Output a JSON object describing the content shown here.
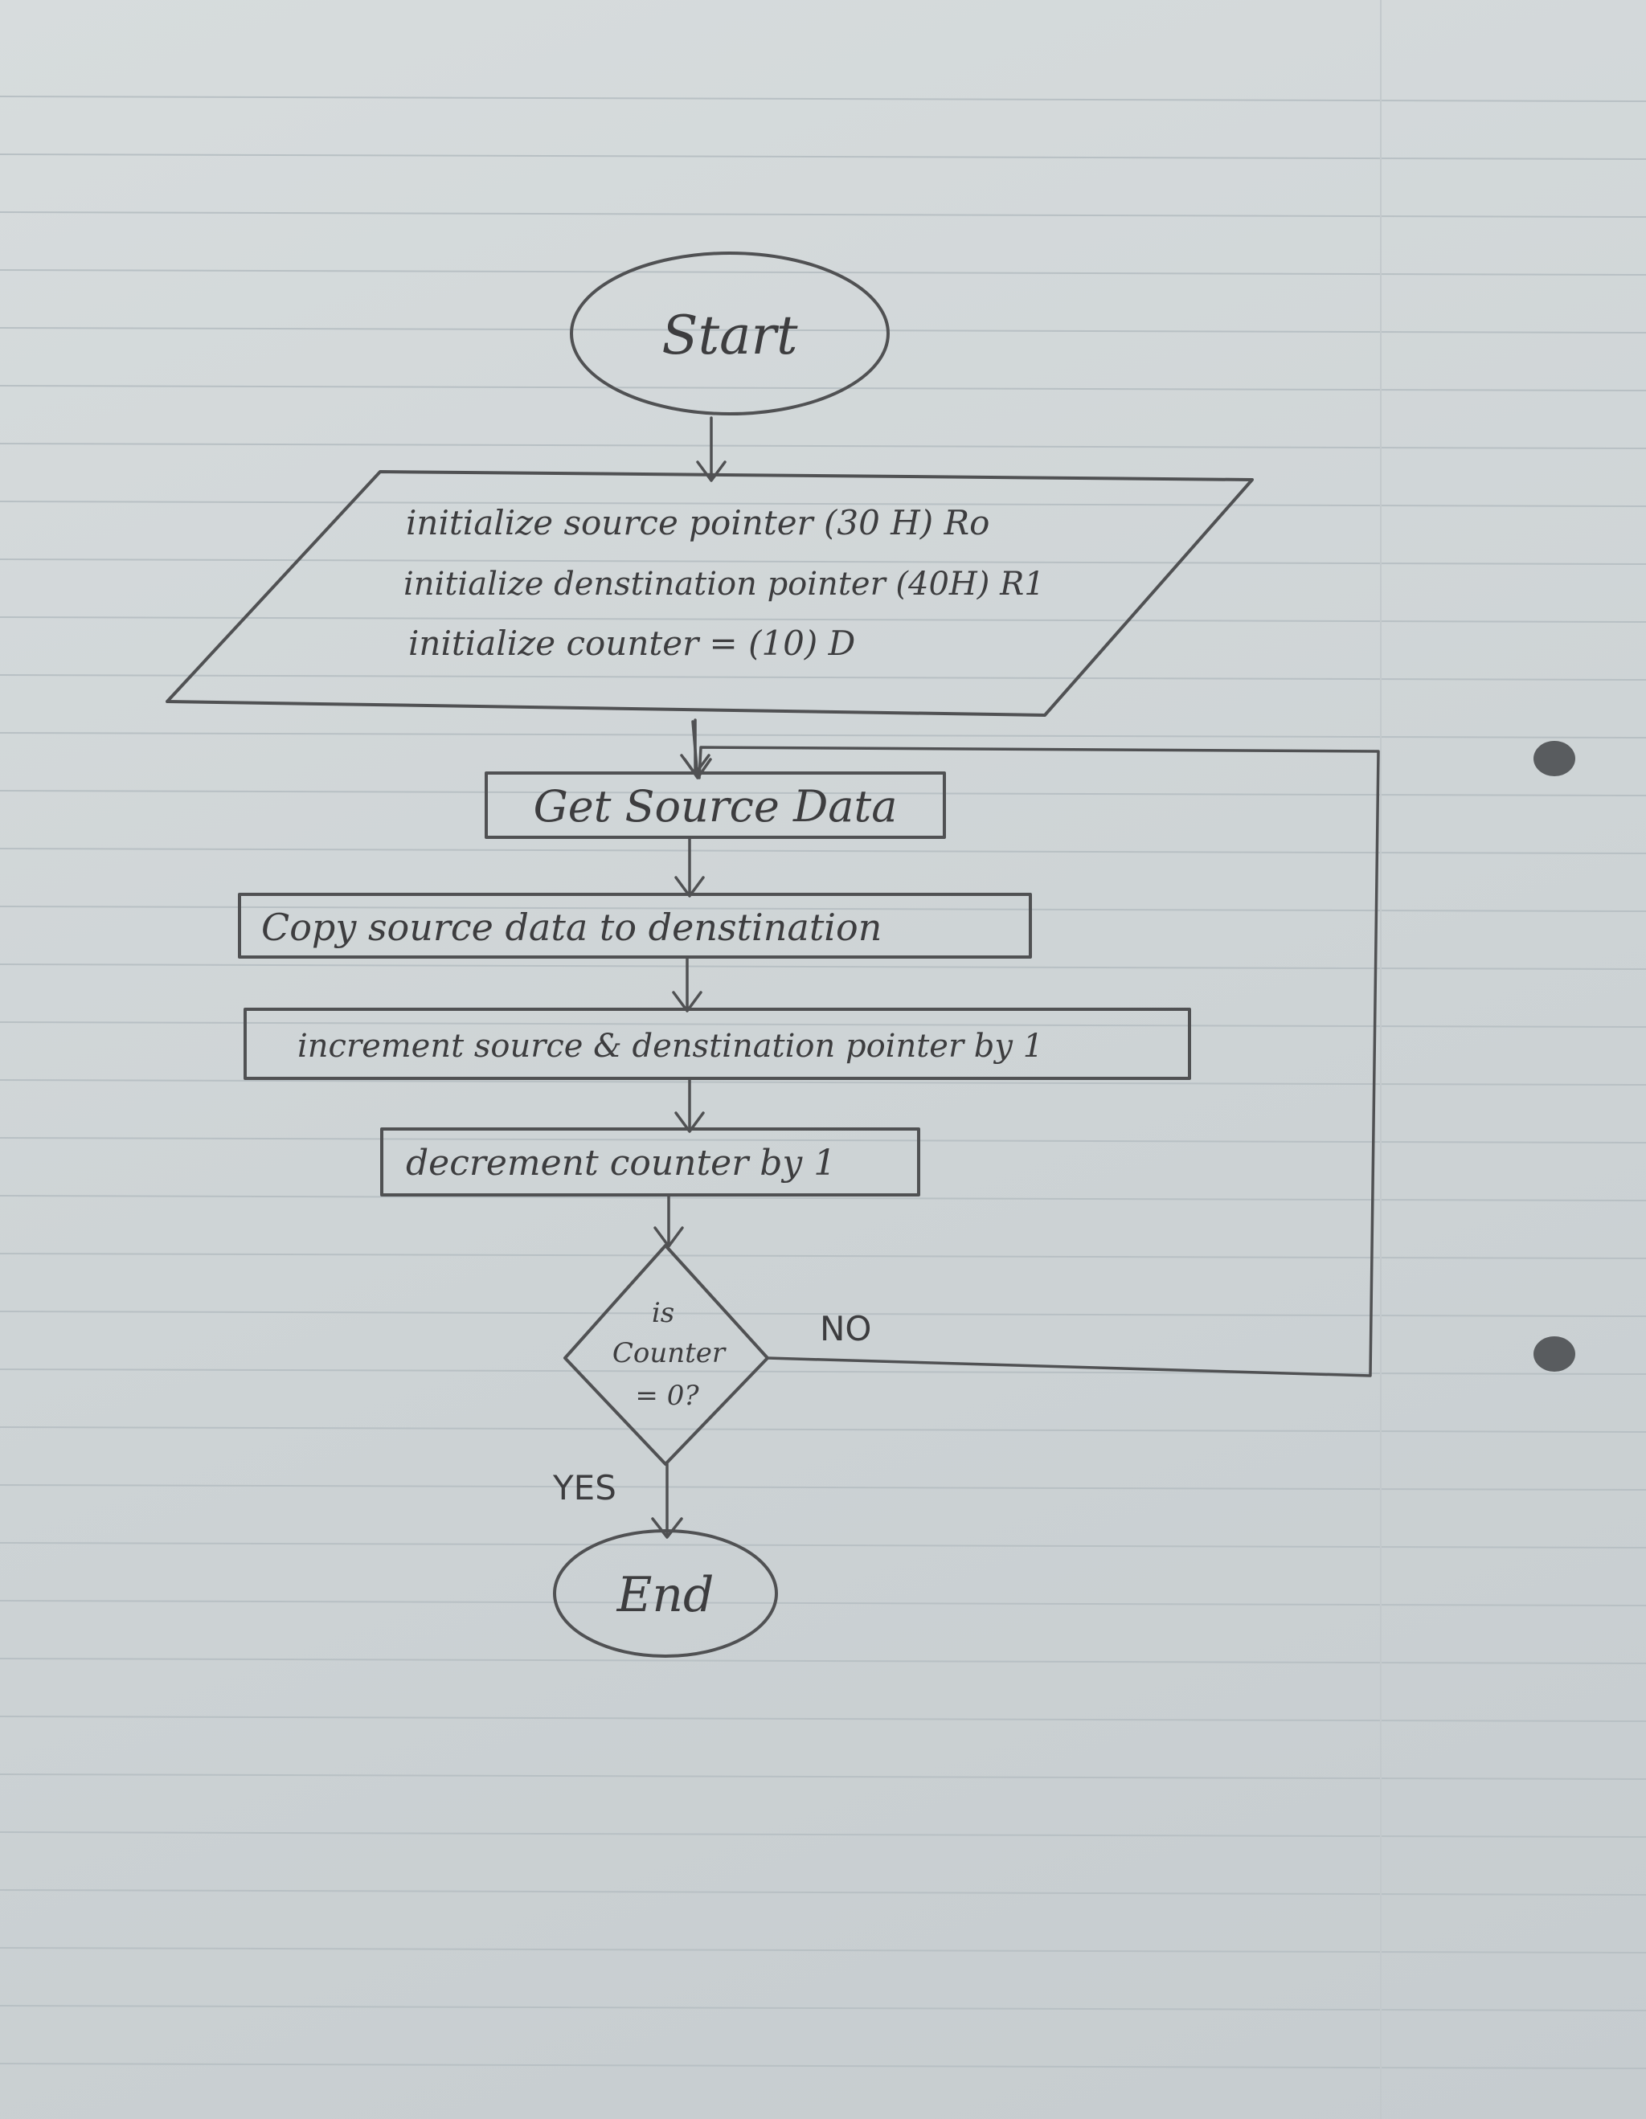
{
  "flowchart": {
    "start": "Start",
    "initialize": {
      "line1": "initialize source pointer (30 H) Ro",
      "line2": "initialize denstination pointer (40H) R1",
      "line3": "initialize counter = (10) D"
    },
    "get_source": "Get Source Data",
    "copy": "Copy source data to denstination",
    "increment": "increment source & denstination pointer by 1",
    "decrement": "decrement counter by 1",
    "decision": {
      "line1": "is",
      "line2": "Counter",
      "line3": "= 0?"
    },
    "no_label": "NO",
    "yes_label": "YES",
    "end": "End"
  },
  "colors": {
    "ink": "#505153",
    "paper": "#d3d8da",
    "rule_line": "#b8c0c4"
  }
}
